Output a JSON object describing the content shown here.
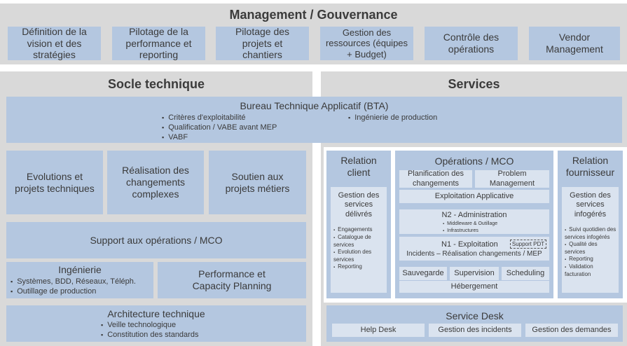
{
  "management": {
    "title": "Management / Gouvernance",
    "items": [
      "Définition de la vision et des stratégies",
      "Pilotage de la performance et reporting",
      "Pilotage des projets et chantiers",
      "Gestion des ressources (équipes + Budget)",
      "Contrôle des opérations",
      "Vendor Management"
    ]
  },
  "socle": {
    "title": "Socle technique",
    "bta": {
      "title": "Bureau Technique Applicatif (BTA)",
      "left_bullets": [
        "Critères d'exploitabilité",
        "Qualification / VABE avant MEP",
        "VABF"
      ],
      "right_bullets": [
        "Ingénierie de production"
      ]
    },
    "evolutions": "Evolutions et projets techniques",
    "realisation": "Réalisation des changements complexes",
    "soutien": "Soutien aux projets métiers",
    "support": "Support aux opérations / MCO",
    "ingenierie": {
      "title": "Ingénierie",
      "bullets": [
        "Systèmes, BDD, Réseaux, Téléph.",
        "Outillage de production"
      ]
    },
    "performance": "Performance et Capacity Planning",
    "architecture": {
      "title": "Architecture technique",
      "bullets": [
        "Veille technologique",
        "Constitution des standards"
      ]
    }
  },
  "services": {
    "title": "Services",
    "relation_client": {
      "title": "Relation client",
      "sub_title": "Gestion des services délivrés",
      "bullets": [
        "Engagements",
        "Catalogue de services",
        "Evolution des services",
        "Reporting"
      ]
    },
    "operations": {
      "title": "Opérations / MCO",
      "planification": "Planification des changements",
      "problem": "Problem Management",
      "exploitation_applicative": "Exploitation Applicative",
      "n2_title": "N2 - Administration",
      "n2_bullets": [
        "Middleware & Outillage",
        "Infrastructures"
      ],
      "n1_title": "N1 - Exploitation",
      "support_pdt": "Support PDT",
      "incidents": "Incidents – Réalisation changements / MEP",
      "sauvegarde": "Sauvegarde",
      "supervision": "Supervision",
      "scheduling": "Scheduling",
      "hebergement": "Hébergement"
    },
    "relation_fournisseur": {
      "title": "Relation fournisseur",
      "sub_title": "Gestion des services infogérés",
      "bullets": [
        "Suivi quotidien des services infogérés",
        "Qualité des services",
        "Reporting",
        "Validation facturation"
      ]
    },
    "service_desk": {
      "title": "Service Desk",
      "items": [
        "Help Desk",
        "Gestion des incidents",
        "Gestion des demandes"
      ]
    }
  }
}
